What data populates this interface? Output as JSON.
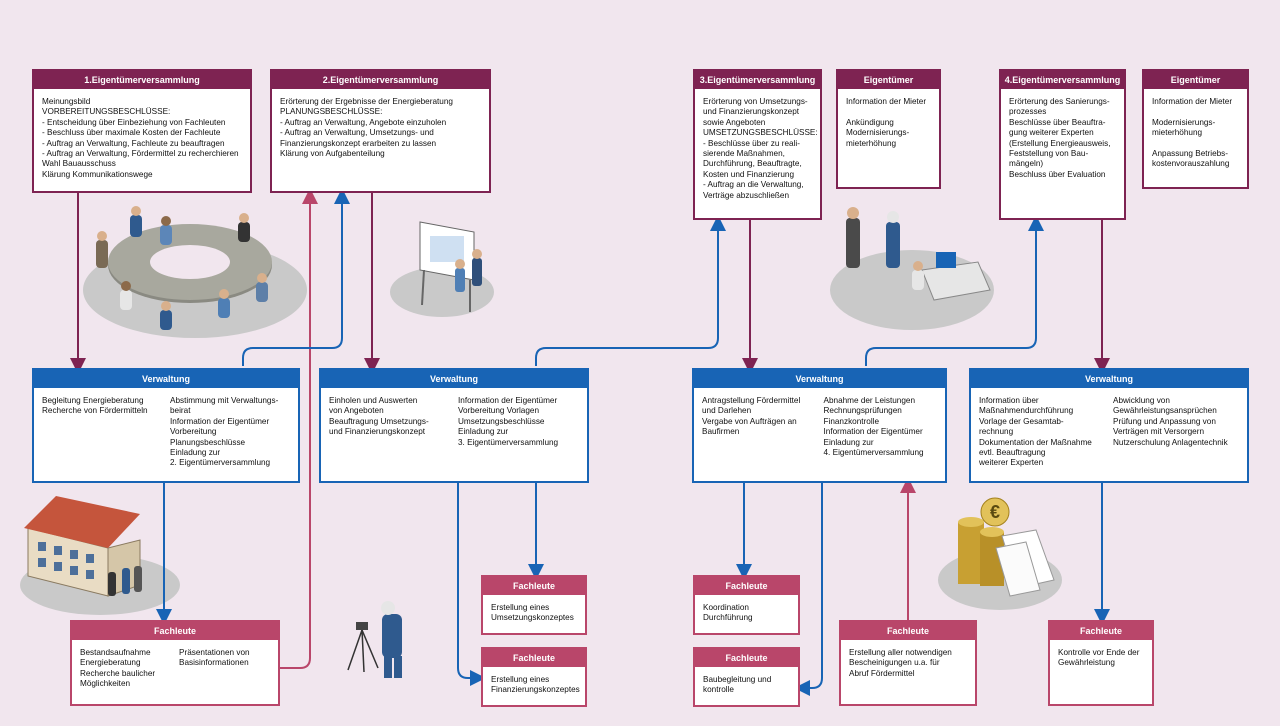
{
  "colors": {
    "background": "#f1e6ee",
    "owner_purple": "#7e2352",
    "admin_blue": "#1864b5",
    "experts_pink": "#b9466a"
  },
  "top": {
    "ev1": {
      "title": "1.Eigentümerversammlung",
      "body": "Meinungsbild\nVORBEREITUNGSBESCHLÜSSE:\n- Entscheidung über Einbeziehung von Fachleuten\n- Beschluss über maximale Kosten der Fachleute\n- Auftrag an Verwaltung, Fachleute zu beauftragen\n- Auftrag an Verwaltung, Fördermittel zu recherchieren\nWahl Bauausschuss\nKlärung Kommunikationswege"
    },
    "ev2": {
      "title": "2.Eigentümerversammlung",
      "body": "Erörterung der Ergebnisse der Energieberatung\nPLANUNGSBESCHLÜSSE:\n- Auftrag an Verwaltung, Angebote einzuholen\n- Auftrag an Verwaltung, Umsetzungs- und\n   Finanzierungskonzept erarbeiten zu lassen\nKlärung von Aufgabenteilung"
    },
    "ev3": {
      "title": "3.Eigentümerversammlung",
      "body": "Erörterung von Umsetzungs-\nund Finanzierungskonzept\nsowie Angeboten\nUMSETZUNGSBESCHLÜSSE:\n- Beschlüsse über zu reali-\n  sierende Maßnahmen,\n  Durchführung, Beauftragte,\n  Kosten und Finanzierung\n- Auftrag an die Verwaltung,\n  Verträge abzuschließen"
    },
    "owner1": {
      "title": "Eigentümer",
      "body": "Information der Mieter\n\nAnkündigung\nModernisierungs-\nmieterhöhung"
    },
    "ev4": {
      "title": "4.Eigentümerversammlung",
      "body": "Erörterung des Sanierungs-\nprozesses\nBeschlüsse über Beauftra-\ngung weiterer Experten\n(Erstellung Energieausweis,\nFeststellung von Bau-\nmängeln)\nBeschluss über Evaluation"
    },
    "owner2": {
      "title": "Eigentümer",
      "body": "Information der Mieter\n\nModernisierungs-\nmieterhöhung\n\nAnpassung Betriebs-\nkostenvorauszahlung"
    }
  },
  "admin": {
    "v1": {
      "title": "Verwaltung",
      "left": "Begleitung Energieberatung\nRecherche von Fördermitteln",
      "right": "Abstimmung mit Verwaltungs-\nbeirat\nInformation der Eigentümer\nVorbereitung Planungsbeschlüsse\nEinladung zur\n2. Eigentümerversammlung"
    },
    "v2": {
      "title": "Verwaltung",
      "left": "Einholen und Auswerten\nvon Angeboten\nBeauftragung Umsetzungs-\nund Finanzierungskonzept",
      "right": "Information der Eigentümer\nVorbereitung Vorlagen\nUmsetzungsbeschlüsse\nEinladung zur\n3. Eigentümerversammlung"
    },
    "v3": {
      "title": "Verwaltung",
      "left": "Antragstellung Fördermittel\nund Darlehen\nVergabe von Aufträgen an\nBaufirmen",
      "right": "Abnahme der Leistungen\nRechnungsprüfungen\nFinanzkontrolle\nInformation der Eigentümer\nEinladung zur\n4. Eigentümerversammlung"
    },
    "v4": {
      "title": "Verwaltung",
      "left": "Information über\nMaßnahmendurchführung\nVorlage der Gesamtab-\nrechnung\nDokumentation der Maßnahme\nevtl. Beauftragung\nweiterer Experten",
      "right": "Abwicklung von\nGewährleistungsansprüchen\nPrüfung und Anpassung von\nVerträgen mit Versorgern\nNutzerschulung Anlagentechnik"
    }
  },
  "experts": {
    "f1": {
      "title": "Fachleute",
      "left": "Bestandsaufnahme\nEnergieberatung\nRecherche baulicher\nMöglichkeiten",
      "right": "Präsentationen von\nBasisinformationen"
    },
    "f2": {
      "title": "Fachleute",
      "body": "Erstellung eines\nUmsetzungskonzeptes"
    },
    "f3": {
      "title": "Fachleute",
      "body": "Erstellung eines\nFinanzierungskonzeptes"
    },
    "f4": {
      "title": "Fachleute",
      "body": "Koordination\nDurchführung"
    },
    "f5": {
      "title": "Fachleute",
      "body": "Baubegleitung und\nkontrolle"
    },
    "f6": {
      "title": "Fachleute",
      "body": "Erstellung aller notwendigen\nBescheinigungen u.a. für\nAbruf Fördermittel"
    },
    "f7": {
      "title": "Fachleute",
      "body": "Kontrolle vor Ende der\nGewährleistung"
    }
  },
  "illustration": {
    "euro_symbol": "€"
  }
}
